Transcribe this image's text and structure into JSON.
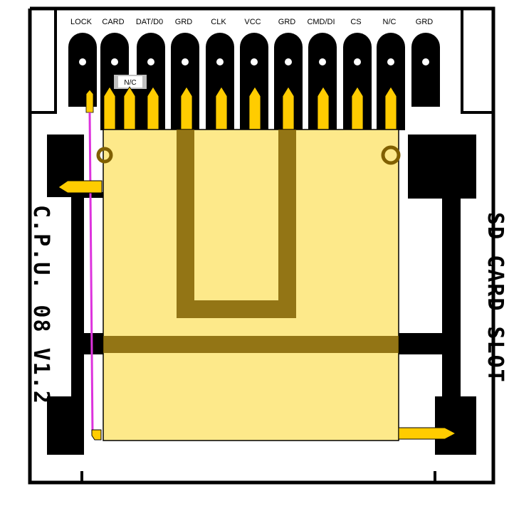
{
  "board": {
    "left_text": "C.P.U. 08 V1.2",
    "right_text": "SD CARD SLOT",
    "nc_tab_label": "N/C"
  },
  "pins": [
    {
      "label": "LOCK"
    },
    {
      "label": "CARD"
    },
    {
      "label": "DAT/D0"
    },
    {
      "label": "GRD"
    },
    {
      "label": "CLK"
    },
    {
      "label": "VCC"
    },
    {
      "label": "GRD"
    },
    {
      "label": "CMD/DI"
    },
    {
      "label": "CS"
    },
    {
      "label": "N/C"
    },
    {
      "label": "GRD"
    }
  ],
  "colors": {
    "outline": "#000000",
    "pad": "#000000",
    "contact": "#ffcc00",
    "card_body": "#fde98a",
    "trace": "#806000",
    "lock_wire": "#dd33dd"
  }
}
